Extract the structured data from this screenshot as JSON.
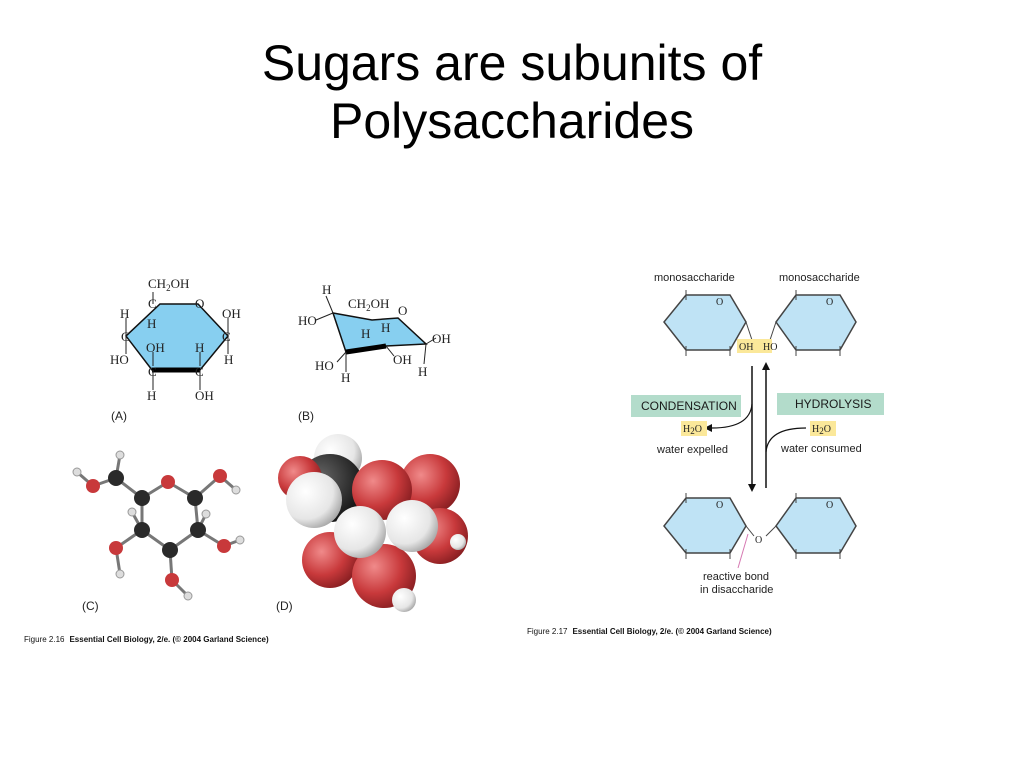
{
  "slide": {
    "title_line1": "Sugars are subunits of",
    "title_line2": "Polysaccharides"
  },
  "figure_left": {
    "panel_labels": [
      "(A)",
      "(B)",
      "(C)",
      "(D)"
    ],
    "caption_fig": "Figure 2.16",
    "caption_text": "Essential Cell Biology, 2/e. (© 2004 Garland Science)",
    "panel_a_atoms": {
      "ch2": "CH",
      "two": "2",
      "oh": "OH",
      "c": "C",
      "o": "O",
      "h": "H"
    },
    "colors": {
      "ring": "#87cff0",
      "oxygen": "#c8393b",
      "carbon": "#2a2a2a",
      "hydrogen": "#f2f2f2"
    }
  },
  "figure_right": {
    "monosaccharide_left": "monosaccharide",
    "monosaccharide_right": "monosaccharide",
    "oh": "OH",
    "ho": "HO",
    "o": "O",
    "condensation": "CONDENSATION",
    "hydrolysis": "HYDROLYSIS",
    "h2o_h": "H",
    "h2o_2": "2",
    "h2o_o": "O",
    "water_expelled": "water expelled",
    "water_consumed": "water consumed",
    "reactive_bond_line1": "reactive bond",
    "reactive_bond_line2": "in disaccharide",
    "caption_fig": "Figure 2.17",
    "caption_text": "Essential Cell Biology, 2/e. (© 2004 Garland Science)",
    "colors": {
      "hexagon": "#bfe3f5",
      "box": "#b3dccb",
      "highlight": "#fbe89a",
      "bond": "#d679b2"
    }
  }
}
